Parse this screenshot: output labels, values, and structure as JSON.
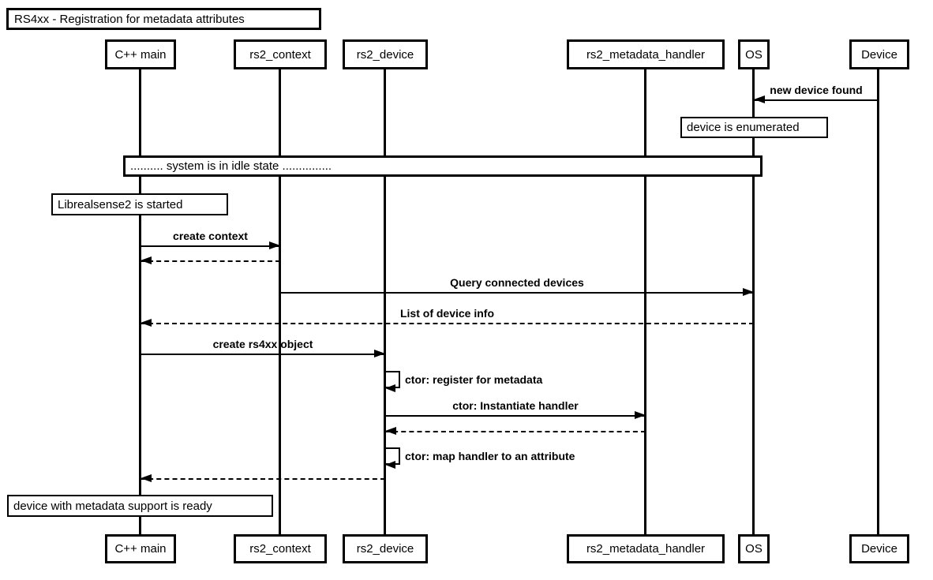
{
  "diagram": {
    "type": "sequence-diagram",
    "title": "RS4xx - Registration for metadata attributes",
    "colors": {
      "line": "#000000",
      "background": "#ffffff",
      "text": "#000000"
    },
    "participants": [
      {
        "id": "cpp-main",
        "label": "C++ main"
      },
      {
        "id": "rs2-context",
        "label": "rs2_context"
      },
      {
        "id": "rs2-device",
        "label": "rs2_device"
      },
      {
        "id": "rs2-metadata-handler",
        "label": "rs2_metadata_handler"
      },
      {
        "id": "os",
        "label": "OS"
      },
      {
        "id": "device",
        "label": "Device"
      }
    ],
    "notes": [
      {
        "label": "device is enumerated",
        "over": "OS"
      },
      {
        "label": ".......... system is in idle state ...............",
        "over": "C++ main, rs2_context, rs2_device, rs2_metadata_handler, OS"
      },
      {
        "label": "Librealsense2 is started",
        "over": "C++ main"
      },
      {
        "label": "device with metadata support is ready",
        "over": "C++ main"
      }
    ],
    "messages": [
      {
        "label": "new device found",
        "from": "Device",
        "to": "OS",
        "line": "solid"
      },
      {
        "label": "create context",
        "from": "C++ main",
        "to": "rs2_context",
        "line": "solid"
      },
      {
        "label": "",
        "from": "rs2_context",
        "to": "C++ main",
        "line": "dashed"
      },
      {
        "label": "Query connected devices",
        "from": "rs2_context",
        "to": "OS",
        "line": "solid"
      },
      {
        "label": "List of device info",
        "from": "OS",
        "to": "C++ main",
        "line": "dashed"
      },
      {
        "label": "create rs4xx object",
        "from": "C++ main",
        "to": "rs2_device",
        "line": "solid"
      },
      {
        "label": "ctor: register for metadata",
        "from": "rs2_device",
        "to": "rs2_device",
        "line": "self"
      },
      {
        "label": "ctor: Instantiate handler",
        "from": "rs2_device",
        "to": "rs2_metadata_handler",
        "line": "solid"
      },
      {
        "label": "",
        "from": "rs2_metadata_handler",
        "to": "rs2_device",
        "line": "dashed"
      },
      {
        "label": "ctor: map handler to an attribute",
        "from": "rs2_device",
        "to": "rs2_device",
        "line": "self"
      },
      {
        "label": "",
        "from": "rs2_device",
        "to": "C++ main",
        "line": "dashed"
      }
    ]
  }
}
